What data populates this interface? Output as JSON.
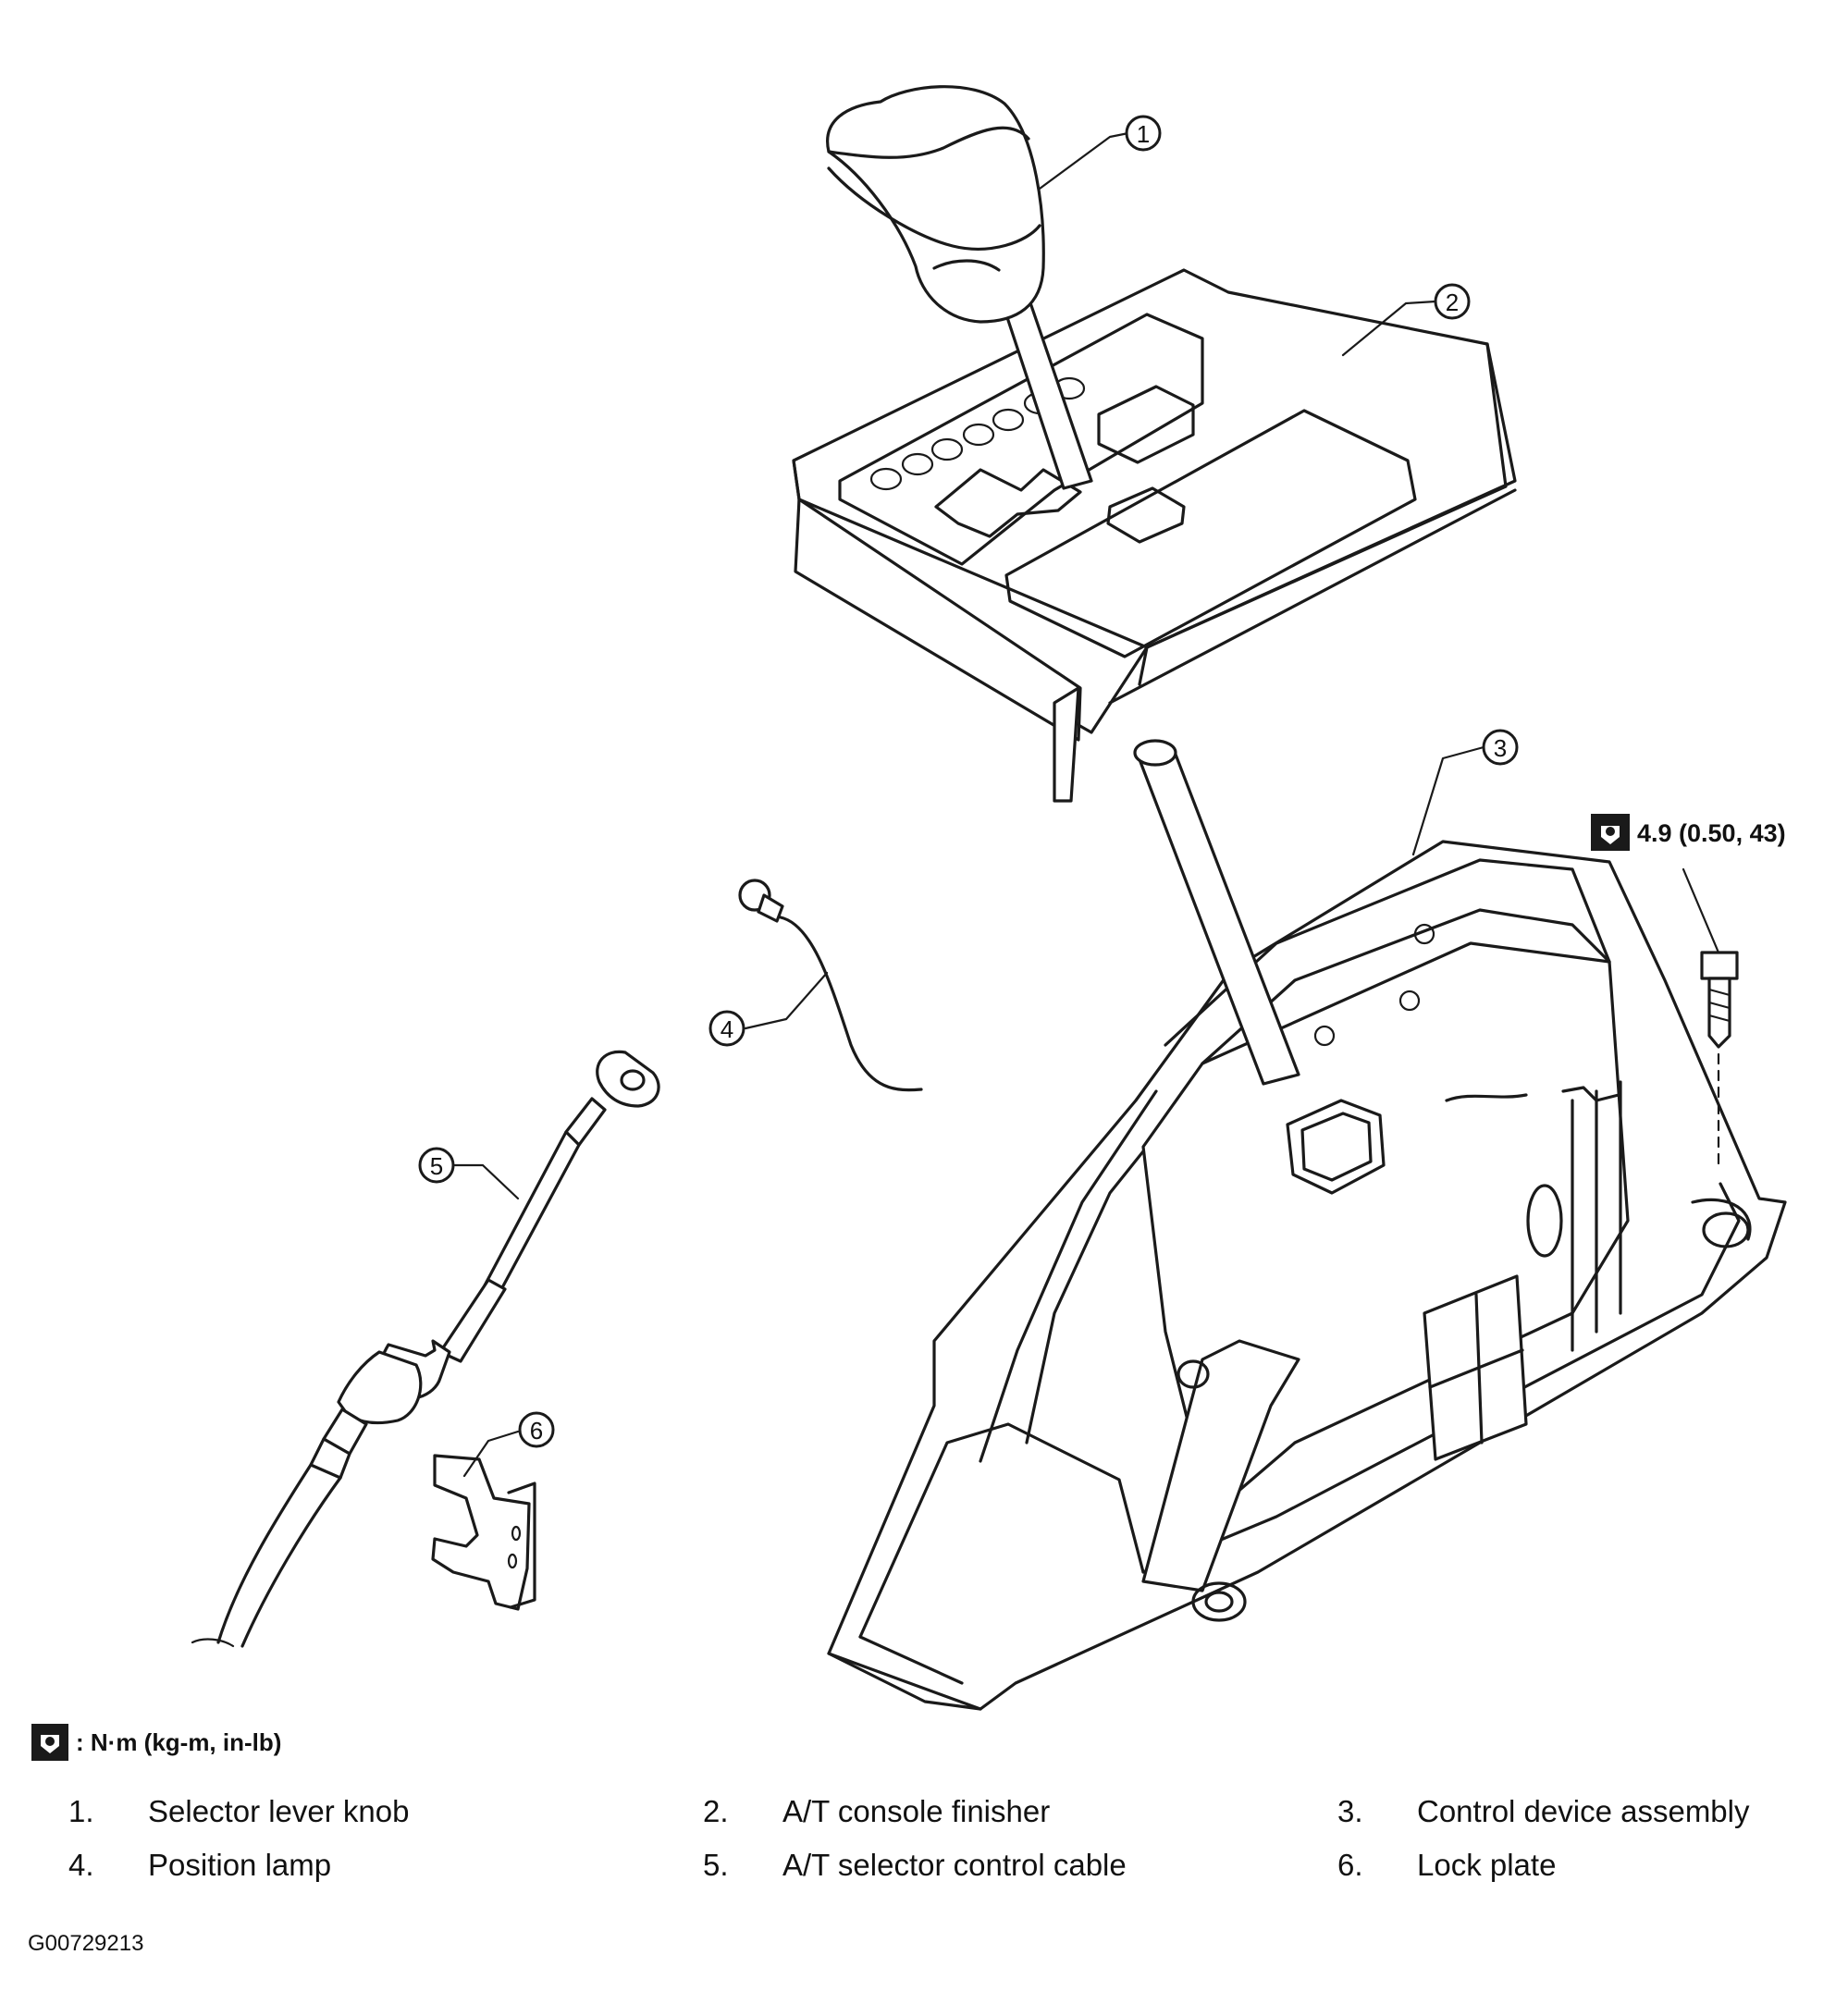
{
  "callouts": [
    "1",
    "2",
    "3",
    "4",
    "5",
    "6"
  ],
  "torque_spec": "4.9 (0.50, 43)",
  "icons": {
    "torque": "torque-wrench-icon"
  },
  "unit_legend": ": N·m (kg-m, in-lb)",
  "parts": [
    {
      "num": "1.",
      "name": "Selector lever knob"
    },
    {
      "num": "2.",
      "name": "A/T console finisher"
    },
    {
      "num": "3.",
      "name": "Control device assembly"
    },
    {
      "num": "4.",
      "name": "Position lamp"
    },
    {
      "num": "5.",
      "name": "A/T selector control cable"
    },
    {
      "num": "6.",
      "name": "Lock plate"
    }
  ],
  "figure_id": "G00729213"
}
